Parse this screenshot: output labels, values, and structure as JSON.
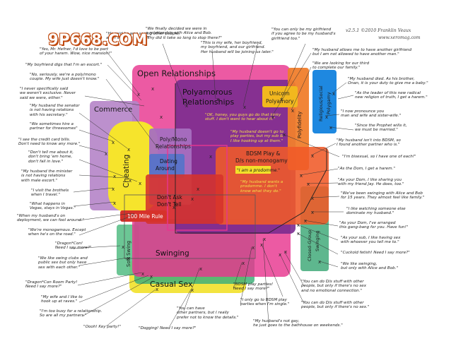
{
  "header": {
    "version": "v2.5.1 ©2010 Franklin Veaux",
    "site": "www.xeromag.com"
  },
  "watermark": "9P668.COM",
  "regions": {
    "open_relationships": "Open Relationships",
    "polyamorous_1": "Polyamorous",
    "polyamorous_2": "Relationships",
    "commerce": "Commerce",
    "cheating": "Cheating",
    "poly_mono_1": "Poly/Mono",
    "poly_mono_2": "Relationships",
    "dating_1": "Dating",
    "dating_2": "Around",
    "unicorn_1": "Unicorn",
    "unicorn_2": "Polyamory",
    "polyfidelity": "Polyfidelity",
    "religious_1": "Religious/Social",
    "religious_2": "Polygamy",
    "bdsm_1": "BDSM Play &",
    "bdsm_2": "D/s non-monogamy",
    "bdsm_quote": "\"I am a prodomme.\"",
    "dont_ask_1": "Don't Ask",
    "dont_ask_2": "Don't Tell",
    "hundred_mile": "100 Mile Rule",
    "soft_swing": "Soft Swing",
    "swinging": "Swinging",
    "closed_swing_1": "Closed-Group",
    "closed_swing_2": "Swinging",
    "casual_sex": "Casual Sex"
  },
  "inner_quotes": {
    "poly_1": "\"OK, honey, you guys go do that kinky\nstuff. I don't want to hear about it.\"",
    "poly_2": "\"My husband doesn't go to\nplay parties, but my sub &\nI like hooking up at them.\"",
    "poly_3": "\"My husband wants a\nprodomme. I don't\nknow what they do.\""
  },
  "quotes_left": [
    "\"Yes, Mr. Hefner, I'd love to be part\nof your harem. Wow, nice mansion!\"",
    "\"My boyfriend digs that I'm an escort.\"",
    "\"No, seriously, we're a poly/mono\ncouple. My wife just doesn't know.\"",
    "\"I never specifically said\nwe weren't exclusive. Never\nsaid we were, either.\"",
    "\"My husband the senator\nis not having relations\nwith his secretary.\"",
    "\"We sometimes hire a\npartner for threesomes\"",
    "\"I see the credit card bills.\nDon't need to know any more.\"",
    "\"Don't tell me about it,\ndon't bring 'em home,\ndon't fall in love.\"",
    "\"My husband the minister\nis not having relations\nwith male escort.\"",
    "\"I visit the brothels\nwhen I travel.\"",
    "\"What happens in\nVegas, stays in Vegas.\"",
    "\"When my husband's on\ndeployment, we can fool around.\"",
    "\"We're monogamous. Except\nwhen he's on the road.\"",
    "\"Dragon*Con!\nNeed I say more?\"",
    "\"We like swing clubs and\npublic sex but only have\nsex with each other.\"",
    "\"Dragon*Con Room Party!\nNeed I say more?\"",
    "\"My wife and I like to\nhook up at raves.\"",
    "\"I'm too busy for a relationship.\nSo are all my partners.\"",
    "\"Oooh! Key party!\""
  ],
  "quotes_top": [
    "\"He said he was seeing other people,\nand I said 'I'm not ...'\"",
    "\"We finally decided we were in\na relationship with Alice and Bob.\nWhy did it take so long to stop there?\"",
    "\"This is my wife, her boyfriend,\nmy boyfriend, and our girlfriend.\nHer husband will be joining us later.\"",
    "\"You can only be my girlfriend\nif you agree to be my husband's\ngirlfriend too.\""
  ],
  "quotes_right": [
    "\"My husband allows me to have another girlfriend\nbut I am not allowed to have another man.\"",
    "\"We are looking for our third\nto complete our family.\"",
    "\"My husband died. As his brother,\nOnan, it is your duty to give me a baby.\"",
    "\"As the leader of this new radical\nnew religion of truth, I get a harem.\"",
    "\"I now pronounce you\nman and wife and sister-wife.\"",
    "\"Since the Prophet wills it,\nwe must be married.\"",
    "\"My husband isn't into BDSM, so\nI found another partner who is.\"",
    "\"I'm bisexual, so I have one of each!\"",
    "\"As the Dom, I get a harem.\"",
    "\"As your Dom, I like sharing you\nwith my friend Jay. He does, too.\"",
    "\"We've been swinging with Alice and Bob\nfor 15 years. They almost feel like family.\"",
    "\"I like watching someone else\ndominate my husband.\"",
    "\"As your Dom, I've arranged\nthis gang-bang for you. Have fun!\"",
    "\"As your sub, I like having sex\nwith whoever you tell me to.\"",
    "\"Cuckold fetish! Need I say more?\"",
    "\"We like swinging,\nbut only with Alice and Bob.\""
  ],
  "quotes_bottom": [
    "\"BDSM play parties!\nNeed I say more?\"",
    "\"I only go to BDSM play\nparties when I'm single.\"",
    "\"You can have\nother partners, but I really\nprefer not to know the details.\"",
    "\"Dogging! Need I say more?\"",
    "\"My husband's not gay,\nhe just goes to the bathhouse on weekends.\"",
    "\"You can do D/s stuff with other\npeople, but only if there's no sex\nand no emotional connection.\"",
    "\"You can do D/s stuff with other\npeople, but only if there's no sex.\""
  ],
  "colors": {
    "open": "#e8368f",
    "poly": "#7b2b8f",
    "commerce": "#b584c8",
    "cheating": "#f6e42c",
    "polymono": "#a66fc0",
    "dating": "#5b73c8",
    "unicorn": "#f2b81e",
    "polyfidelity": "#f07e2c",
    "religious": "#1e88e0",
    "bdsm": "#f05a28",
    "dontask": "#d6322b",
    "swinging": "#3fb07a",
    "casual": "#f2e12a",
    "softswing": "#5cc08a",
    "closed": "#4caf82"
  }
}
